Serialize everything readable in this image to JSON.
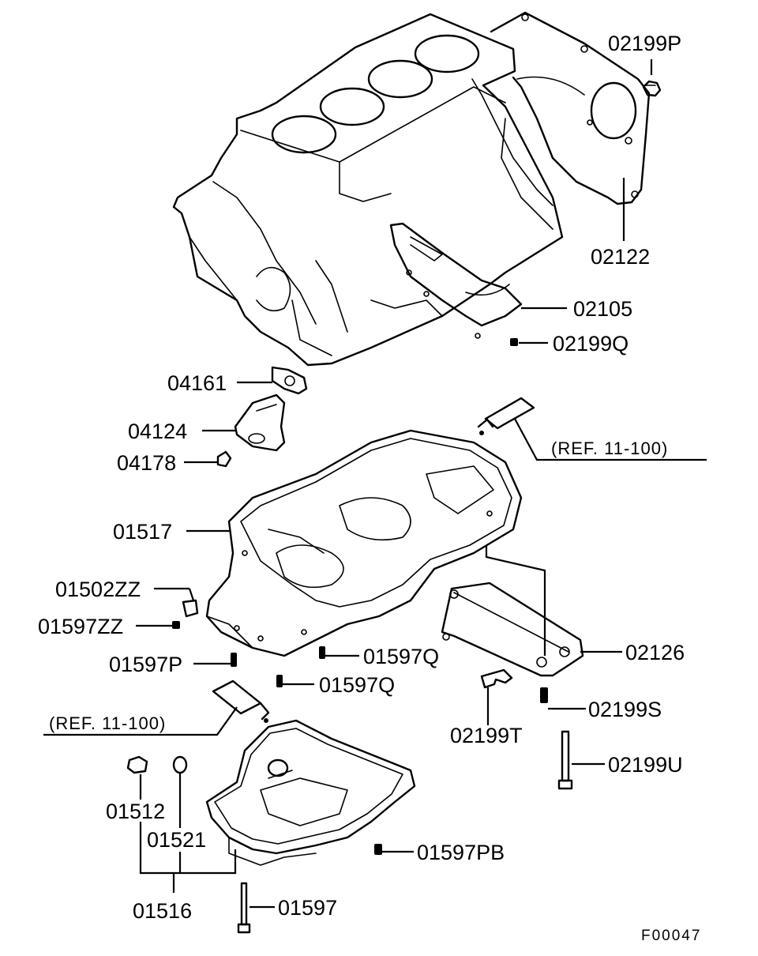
{
  "labels": {
    "p02199P": "02199P",
    "p02122": "02122",
    "p02105": "02105",
    "p02199Q": "02199Q",
    "p04161": "04161",
    "p04124": "04124",
    "p04178": "04178",
    "p01517": "01517",
    "p01502ZZ": "01502ZZ",
    "p01597ZZ": "01597ZZ",
    "p01597P": "01597P",
    "p01597Q_a": "01597Q",
    "p01597Q_b": "01597Q",
    "p02126": "02126",
    "p02199S": "02199S",
    "p02199T": "02199T",
    "p02199U": "02199U",
    "p01512": "01512",
    "p01521": "01521",
    "p01516": "01516",
    "p01597PB": "01597PB",
    "p01597": "01597"
  },
  "refs": {
    "ref_upper": "(REF. 11-100)",
    "ref_lower": "(REF. 11-100)"
  },
  "figure_code": "F00047"
}
